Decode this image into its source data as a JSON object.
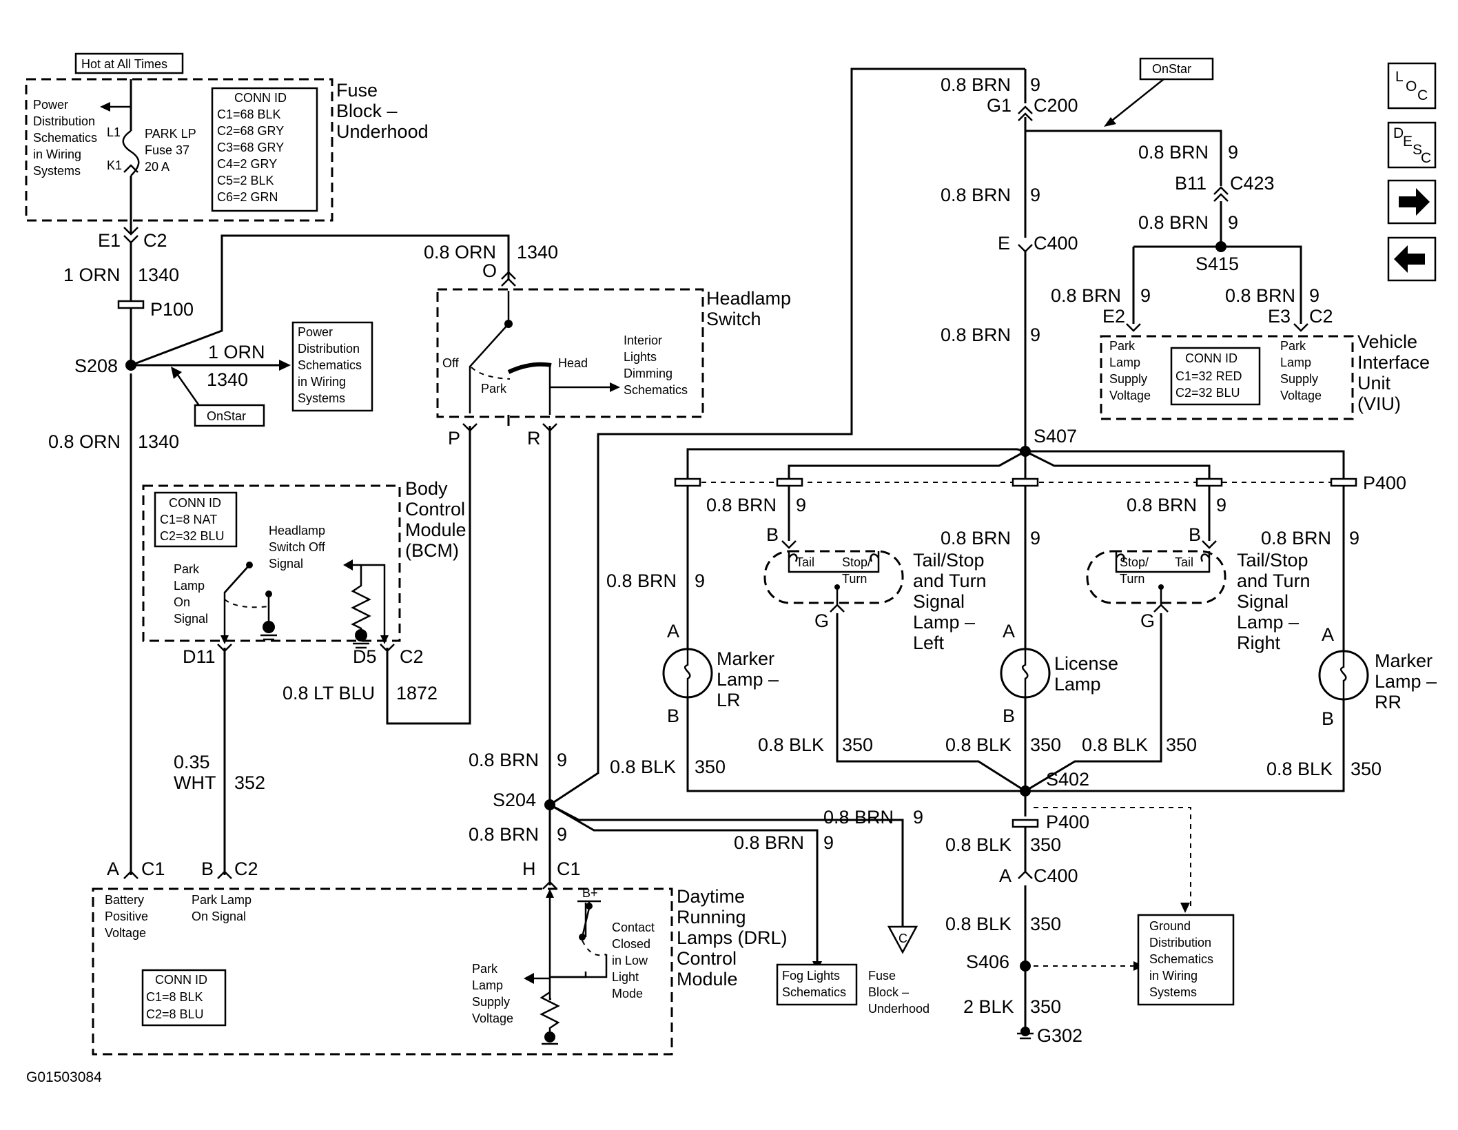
{
  "labels": {
    "hot": "Hot at All Times",
    "fb_name": [
      "Fuse",
      "Block –",
      "Underhood"
    ],
    "pd_top": [
      "Power",
      "Distribution",
      "Schematics",
      "in Wiring",
      "Systems"
    ],
    "fb_conn": [
      "CONN ID",
      "C1=68 BLK",
      "C2=68 GRY",
      "C3=68 GRY",
      "C4=2 GRY",
      "C5=2 BLK",
      "C6=2 GRN"
    ],
    "fuse_l1": "L1",
    "fuse_k1": "K1",
    "fuse_name": [
      "PARK LP",
      "Fuse 37",
      "20 A"
    ],
    "e1": "E1",
    "c2_top": "C2",
    "orn1": "1 ORN",
    "c1340_a": "1340",
    "p100": "P100",
    "s208": "S208",
    "orn1_b": "1 ORN",
    "c1340_b": "1340",
    "pd_mid": [
      "Power",
      "Distribution",
      "Schematics",
      "in Wiring",
      "Systems"
    ],
    "onstar_left": "OnStar",
    "orn08_left": "0.8 ORN",
    "c1340_c": "1340",
    "orn08_top": "0.8 ORN",
    "c1340_d": "1340",
    "pin_o": "O",
    "hs_name": [
      "Headlamp",
      "Switch"
    ],
    "hs_off": "Off",
    "hs_park": "Park",
    "hs_head": "Head",
    "interior": [
      "Interior",
      "Lights",
      "Dimming",
      "Schematics"
    ],
    "pin_p": "P",
    "pin_r": "R",
    "bcm_conn": [
      "CONN ID",
      "C1=8 NAT",
      "C2=32 BLU"
    ],
    "bcm_park": [
      "Park",
      "Lamp",
      "On",
      "Signal"
    ],
    "bcm_hs": [
      "Headlamp",
      "Switch Off",
      "Signal"
    ],
    "bcm_name": [
      "Body",
      "Control",
      "Module",
      "(BCM)"
    ],
    "d11": "D11",
    "d5": "D5",
    "c2_bcm": "C2",
    "ltblu": "0.8 LT BLU",
    "c1872": "1872",
    "wht_a": "0.35",
    "wht_b": "WHT",
    "c352": "352",
    "pin_a": "A",
    "c1_a": "C1",
    "pin_b": "B",
    "c2_b": "C2",
    "drl_batt": [
      "Battery",
      "Positive",
      "Voltage"
    ],
    "drl_park": [
      "Park Lamp",
      "On Signal"
    ],
    "drl_conn": [
      "CONN ID",
      "C1=8 BLK",
      "C2=8 BLU"
    ],
    "drl_name": [
      "Daytime",
      "Running",
      "Lamps (DRL)",
      "Control",
      "Module"
    ],
    "pin_h": "H",
    "c1_h": "C1",
    "bplus": "B+",
    "contact": [
      "Contact",
      "Closed",
      "in Low",
      "Light",
      "Mode"
    ],
    "pls": [
      "Park",
      "Lamp",
      "Supply",
      "Voltage"
    ],
    "brn_s204a": "0.8 BRN",
    "n9_s204a": "9",
    "s204": "S204",
    "brn_s204b": "0.8 BRN",
    "n9_s204b": "9",
    "brn_fog": "0.8 BRN",
    "n9_fog": "9",
    "brn_fb": "0.8 BRN",
    "n9_fb": "9",
    "fog": [
      "Fog Lights",
      "Schematics"
    ],
    "fbu": [
      "Fuse",
      "Block –",
      "Underhood"
    ],
    "tri_c": "C",
    "brn_g1": "0.8 BRN",
    "n9_g1": "9",
    "g1": "G1",
    "c200": "C200",
    "onstar_top": "OnStar",
    "brn_b11a": "0.8 BRN",
    "n9_b11a": "9",
    "b11": "B11",
    "c423": "C423",
    "brn_b11b": "0.8 BRN",
    "n9_b11b": "9",
    "s415": "S415",
    "brn_e2": "0.8 BRN",
    "n9_e2": "9",
    "e2": "E2",
    "brn_e3": "0.8 BRN",
    "n9_e3": "9",
    "e3": "E3",
    "c2_e3": "C2",
    "brn_e": "0.8 BRN",
    "n9_e": "9",
    "pin_e": "E",
    "c400_e": "C400",
    "brn_s407": "0.8 BRN",
    "n9_s407": "9",
    "viu_pls_l": [
      "Park",
      "Lamp",
      "Supply",
      "Voltage"
    ],
    "viu_conn": [
      "CONN ID",
      "C1=32 RED",
      "C2=32 BLU"
    ],
    "viu_pls_r": [
      "Park",
      "Lamp",
      "Supply",
      "Voltage"
    ],
    "viu_name": [
      "Vehicle",
      "Interface",
      "Unit",
      "(VIU)"
    ],
    "s407": "S407",
    "p400_r": "P400",
    "brn_tl": "0.8 BRN",
    "n9_tl": "9",
    "brn_lic": "0.8 BRN",
    "n9_lic": "9",
    "brn_tr": "0.8 BRN",
    "n9_tr": "9",
    "brn_mlr": "0.8 BRN",
    "n9_mlr": "9",
    "brn_mrr": "0.8 BRN",
    "n9_mrr": "9",
    "pin_b_tl": "B",
    "pin_b_tr": "B",
    "tail": "Tail",
    "stopturn": [
      "Stop/",
      "Turn"
    ],
    "tl_name": [
      "Tail/Stop",
      "and Turn",
      "Signal",
      "Lamp –",
      "Left"
    ],
    "tr_name": [
      "Tail/Stop",
      "and Turn",
      "Signal",
      "Lamp –",
      "Right"
    ],
    "pin_g_l": "G",
    "pin_g_r": "G",
    "pin_a_mlr": "A",
    "pin_b_mlr": "B",
    "mlr_name": [
      "Marker",
      "Lamp –",
      "LR"
    ],
    "pin_a_lic": "A",
    "pin_b_lic": "B",
    "lic_name": [
      "License",
      "Lamp"
    ],
    "pin_a_mrr": "A",
    "pin_b_mrr": "B",
    "mrr_name": [
      "Marker",
      "Lamp –",
      "RR"
    ],
    "blk_mlr": "0.8 BLK",
    "c350_mlr": "350",
    "blk_tl": "0.8 BLK",
    "c350_tl": "350",
    "blk_lic": "0.8 BLK",
    "c350_lic": "350",
    "blk_tr": "0.8 BLK",
    "c350_tr": "350",
    "blk_mrr": "0.8 BLK",
    "c350_mrr": "350",
    "s402": "S402",
    "p400_b": "P400",
    "blk_a": "0.8 BLK",
    "c350_a": "350",
    "pin_a_c400": "A",
    "c400_b": "C400",
    "blk_b": "0.8 BLK",
    "c350_b": "350",
    "s406": "S406",
    "blk_2": "2 BLK",
    "c350_c": "350",
    "g302": "G302",
    "gnd": [
      "Ground",
      "Distribution",
      "Schematics",
      "in Wiring",
      "Systems"
    ],
    "loc": [
      "L",
      "O",
      "C"
    ],
    "desc": [
      "D",
      "E",
      "S",
      "C"
    ],
    "fig_id": "G01503084"
  },
  "icons": [
    "fuse-icon",
    "ground-icon",
    "resistor-icon",
    "lamp-icon",
    "splice-icon",
    "connector-icon",
    "arrow-right-icon",
    "arrow-left-icon"
  ]
}
